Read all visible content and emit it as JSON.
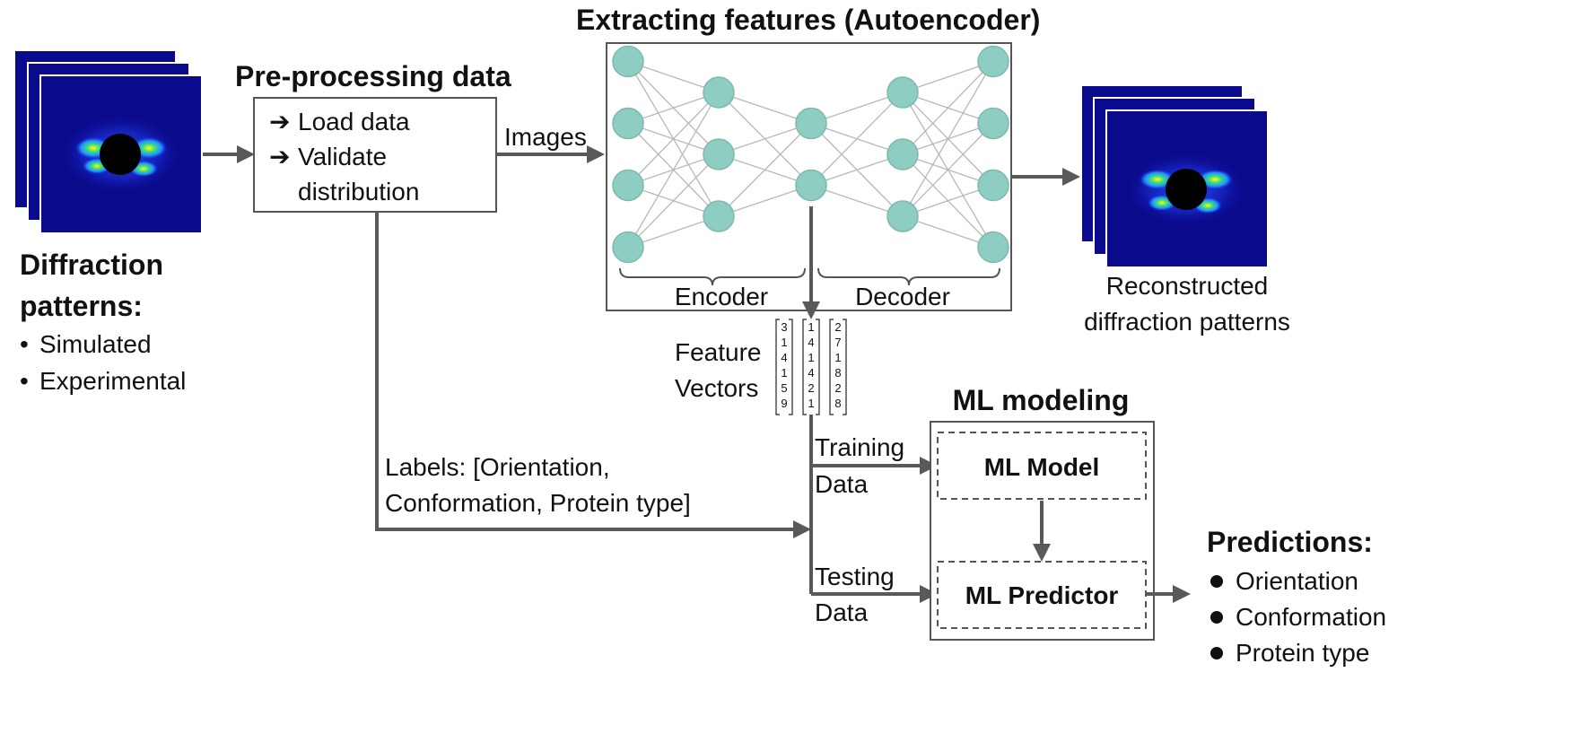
{
  "diffraction": {
    "title_line1": "Diffraction",
    "title_line2": "patterns:",
    "items": [
      "Simulated",
      "Experimental"
    ]
  },
  "preprocessing": {
    "title": "Pre-processing data",
    "steps": [
      "Load data",
      "Validate",
      "distribution"
    ]
  },
  "images_label": "Images",
  "autoencoder": {
    "title": "Extracting features (Autoencoder)",
    "encoder_label": "Encoder",
    "decoder_label": "Decoder",
    "layers": [
      4,
      3,
      2,
      3,
      4
    ]
  },
  "reconstructed": {
    "line1": "Reconstructed",
    "line2": "diffraction patterns"
  },
  "feature_vectors": {
    "line1": "Feature",
    "line2": "Vectors",
    "vectors": [
      [
        "3",
        "1",
        "4",
        "1",
        "5",
        "9"
      ],
      [
        "1",
        "4",
        "1",
        "4",
        "2",
        "1"
      ],
      [
        "2",
        "7",
        "1",
        "8",
        "2",
        "8"
      ]
    ]
  },
  "labels": {
    "line1": "Labels: [Orientation,",
    "line2": "Conformation, Protein type]"
  },
  "training_data": {
    "line1": "Training",
    "line2": "Data"
  },
  "testing_data": {
    "line1": "Testing",
    "line2": "Data"
  },
  "ml_modeling": {
    "title": "ML modeling",
    "model_label": "ML Model",
    "predictor_label": "ML Predictor"
  },
  "predictions": {
    "title": "Predictions:",
    "items": [
      "Orientation",
      "Conformation",
      "Protein type"
    ]
  },
  "colors": {
    "node_fill": "#8ecdc2",
    "node_stroke": "#7fb8ae",
    "edge": "#b8b8b8",
    "arrow": "#595959",
    "pattern_bg": "#0a0a8c",
    "box_border": "#555555"
  }
}
